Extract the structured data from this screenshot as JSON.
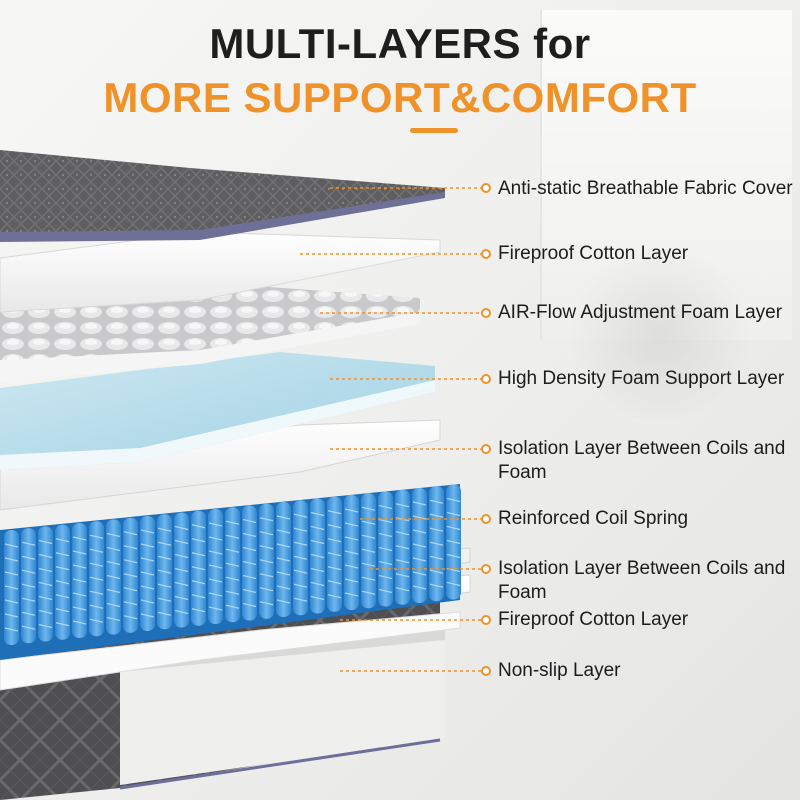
{
  "heading": {
    "line1": "MULTI-LAYERS for",
    "line2": "MORE SUPPORT&COMFORT"
  },
  "accent_color": "#f0922a",
  "layers": [
    {
      "label": "Anti-static Breathable Fabric Cover"
    },
    {
      "label": "Fireproof Cotton Layer"
    },
    {
      "label": "AIR-Flow Adjustment Foam Layer"
    },
    {
      "label": "High Density Foam Support Layer"
    },
    {
      "label": "Isolation Layer Between Coils and Foam"
    },
    {
      "label": "Reinforced Coil Spring"
    },
    {
      "label": "Isolation Layer Between Coils and Foam"
    },
    {
      "label": "Fireproof Cotton Layer"
    },
    {
      "label": "Non-slip Layer"
    }
  ]
}
